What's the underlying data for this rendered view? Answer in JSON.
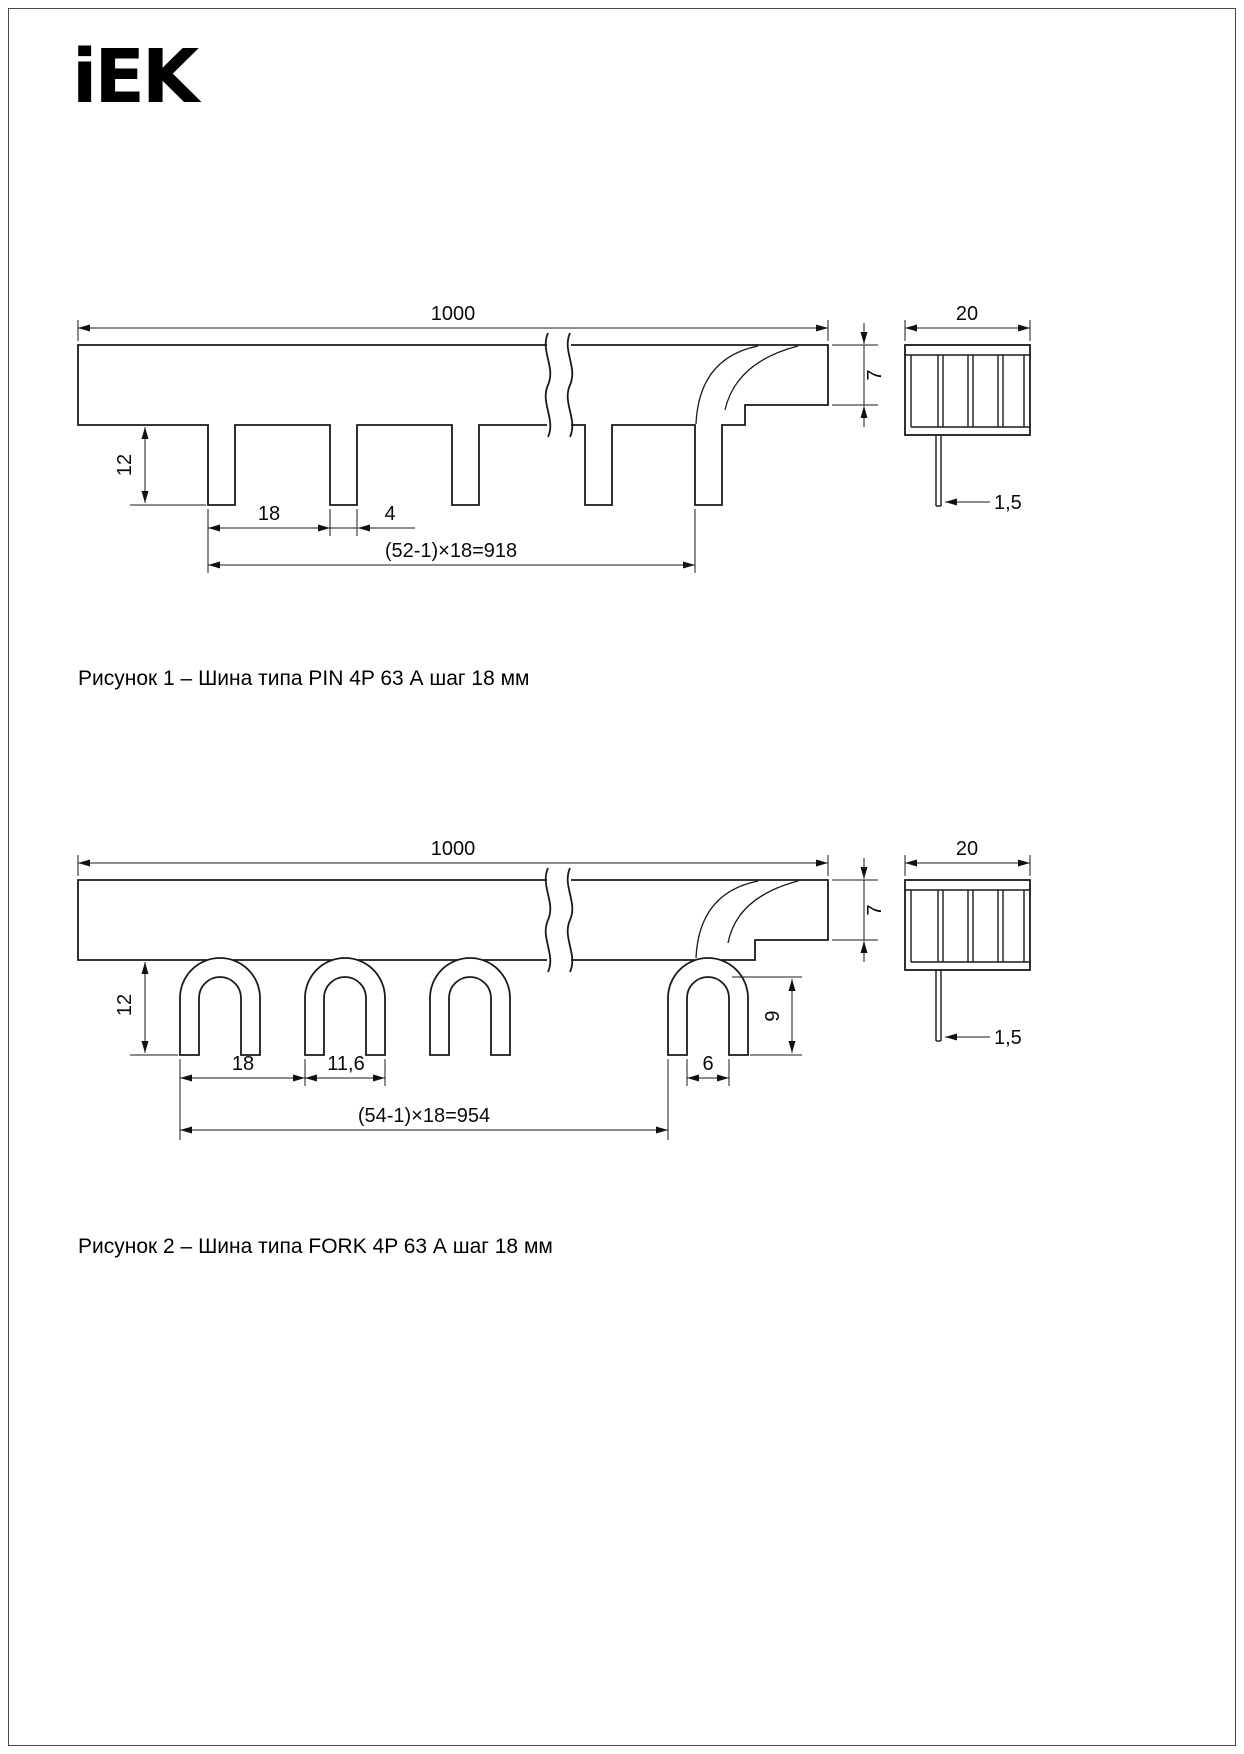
{
  "page": {
    "logo_text": "iEK"
  },
  "figure1": {
    "caption": "Рисунок 1 – Шина типа PIN 4P 63 А шаг 18 мм",
    "dim_length": "1000",
    "dim_section_width": "20",
    "dim_conductor_thickness": "7",
    "dim_pin_length": "12",
    "dim_pitch": "18",
    "dim_pin_width": "4",
    "dim_overall_pins": "(52-1)×18=918",
    "dim_material_thickness": "1,5"
  },
  "figure2": {
    "caption": "Рисунок 2 – Шина типа FORK 4P 63 А шаг 18 мм",
    "dim_length": "1000",
    "dim_section_width": "20",
    "dim_conductor_thickness": "7",
    "dim_pin_length": "12",
    "dim_pitch": "18",
    "dim_fork_width": "11,6",
    "dim_fork_gap": "6",
    "dim_fork_depth": "9",
    "dim_overall_pins": "(54-1)×18=954",
    "dim_material_thickness": "1,5"
  }
}
